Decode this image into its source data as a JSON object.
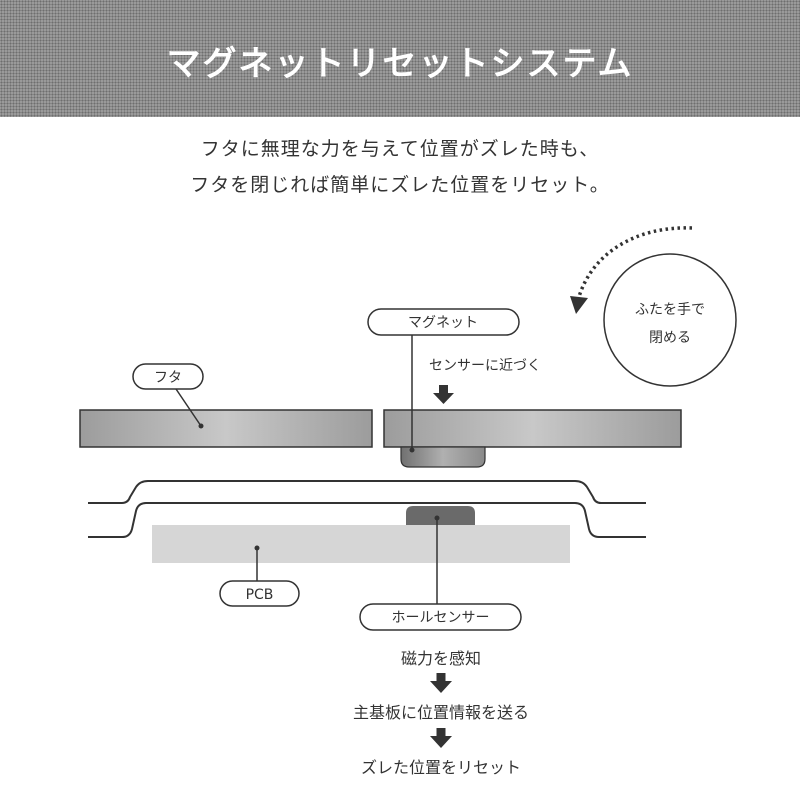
{
  "header": {
    "title": "マグネットリセットシステム"
  },
  "intro": {
    "line1": "フタに無理な力を与えて位置がズレた時も、",
    "line2": "フタを閉じれば簡単にズレた位置をリセット。"
  },
  "diagram": {
    "labels": {
      "lid": "フタ",
      "magnet": "マグネット",
      "approach": "センサーに近づく",
      "close_hand_line1": "ふたを手で",
      "close_hand_line2": "閉める",
      "pcb": "PCB",
      "hall_sensor": "ホールセンサー"
    },
    "steps": [
      "磁力を感知",
      "主基板に位置情報を送る",
      "ズレた位置をリセット"
    ]
  },
  "colors": {
    "header_bg": "#9a9a9a",
    "lid_gray": "#a8a8a8",
    "pcb_gray": "#d6d6d6",
    "sensor_dark": "#6a6a6a",
    "text": "#333333"
  }
}
